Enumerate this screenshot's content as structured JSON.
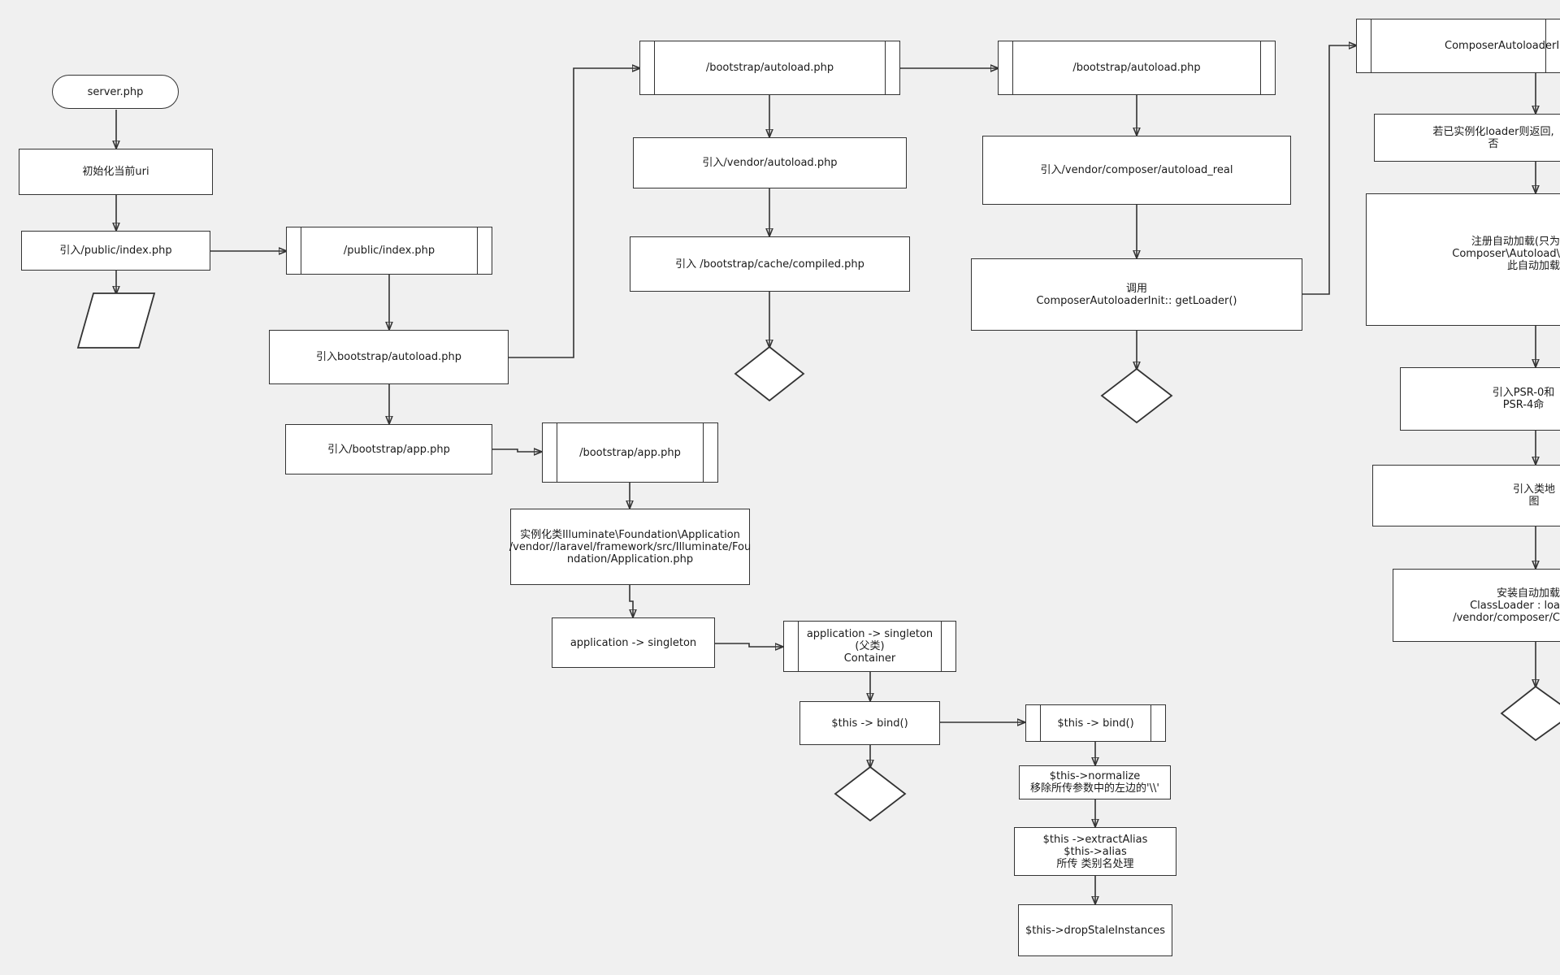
{
  "nodes": {
    "server": "server.php",
    "init_uri": "初始化当前uri",
    "require_public_index": "引入/public/index.php",
    "public_index": "/public/index.php",
    "require_bootstrap_autoload": "引入bootstrap/autoload.php",
    "require_bootstrap_app": "引入/bootstrap/app.php",
    "bootstrap_autoload_1": "/bootstrap/autoload.php",
    "require_vendor_autoload": "引入/vendor/autoload.php",
    "require_compiled": "引入 /bootstrap/cache/compiled.php",
    "bootstrap_autoload_2": "/bootstrap/autoload.php",
    "require_autoload_real": "引入/vendor/composer/autoload_real",
    "call_getloader": "调用\nComposerAutoloaderInit:: getLoader()",
    "composer_init": "ComposerAutoloaderInit",
    "return_if_instantiated": "若已实例化loader则返回, 否",
    "register_autoload": "注册自动加载(只为Composer\\Autoload\\\n此自动加载",
    "require_psr": "引入PSR-0和PSR-4命",
    "require_classmap": "引入类地图",
    "install_autoload": "安装自动加载\nClassLoader : loa\n/vendor/composer/C",
    "bootstrap_app": "/bootstrap/app.php",
    "instantiate_application": "实例化类Illuminate\\Foundation\\Application\n/vendor//laravel/framework/src/Illuminate/Fou\nndation/Application.php",
    "application_singleton": "application -> singleton",
    "application_singleton_parent": "application -> singleton\n(父类)\nContainer",
    "this_bind": "$this -> bind()",
    "this_bind_sub": "$this -> bind()",
    "normalize": "$this->normalize\n移除所传参数中的左边的'\\\\'",
    "extract_alias": "$this ->extractAlias\n$this->alias\n所传 类别名处理",
    "drop_stale": "$this->dropStaleInstances"
  }
}
